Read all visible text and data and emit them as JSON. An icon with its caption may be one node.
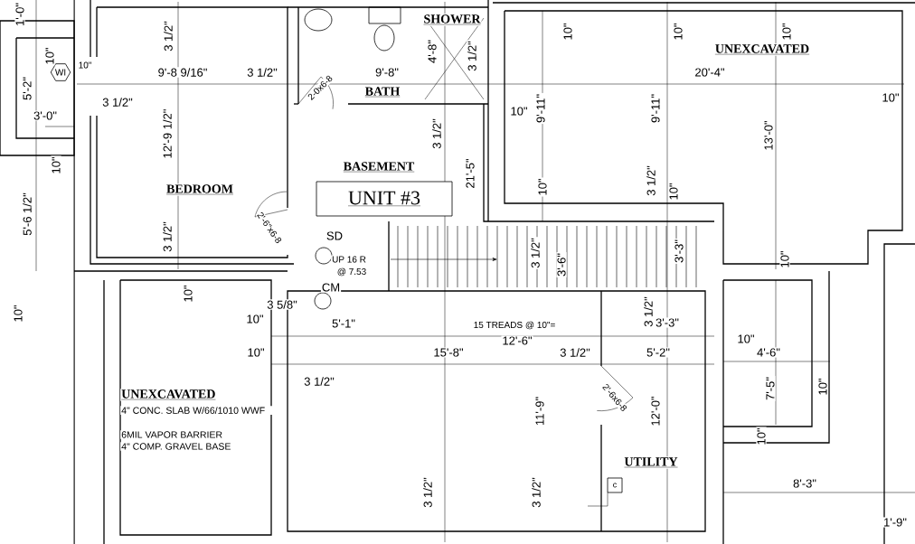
{
  "diagram": {
    "nodes": [
      {
        "text": [
          "WI"
        ]
      },
      {
        "text": [
          "UNIT  #3"
        ]
      },
      {
        "text": [],
        "shape": "circle",
        "beside": [
          "SD"
        ]
      },
      {
        "text": [],
        "shape": "circle",
        "beside": [
          "CM"
        ]
      },
      {
        "text": [
          "c"
        ]
      }
    ],
    "labels": [
      "1'-0\"",
      "10\"",
      "10\"",
      "5'-2\"",
      "3'-0\"",
      "10\"",
      "5'-6 1/2\"",
      "3 1/2\"",
      "9'-8 9/16\"",
      "3 1/2\"",
      "3 1/2\"",
      "12'-9 1/2\"",
      "BEDROOM",
      "3 1/2\"",
      "2'-6\"x6-8",
      "2-0x6-8",
      "9'-8\"",
      "BATH",
      "SHOWER",
      "4'-8\"",
      "3 1/2\"",
      "3 1/2\"",
      "21'-5\"",
      "BASEMENT",
      "UP 16 R",
      "@ 7.53",
      "3 5/8\"",
      "3 1/2\"",
      "3'-6\"",
      "10\"",
      "10\"",
      "10\"",
      "UNEXCAVATED",
      "20'-4\"",
      "10\"",
      "10\"",
      "9'-11\"",
      "9'-11\"",
      "13'-0\"",
      "10\"",
      "3 1/2\"",
      "10\"",
      "3'-3\"",
      "10\"",
      "10\"",
      "10\"",
      "10\"",
      "5'-1\"",
      "15 TREADS @ 10\"=",
      "3'-3\"",
      "3 1/2\"",
      "12'-6\"",
      "10\"",
      "15'-8\"",
      "3 1/2\"",
      "5'-2\"",
      "10\"",
      "4'-6\"",
      "3 1/2\"",
      "UNEXCAVATED",
      "4\" CONC. SLAB W/66/1010 WWF",
      "6MIL VAPOR BARRIER",
      "4\" COMP. GRAVEL BASE",
      "2'-6x6-8",
      "11'-9\"",
      "12'-0\"",
      "7'-5\"",
      "10\"",
      "10\"",
      "UTILITY",
      "8'-3\"",
      "3 1/2\"",
      "3 1/2\"",
      "1'-9\""
    ]
  }
}
